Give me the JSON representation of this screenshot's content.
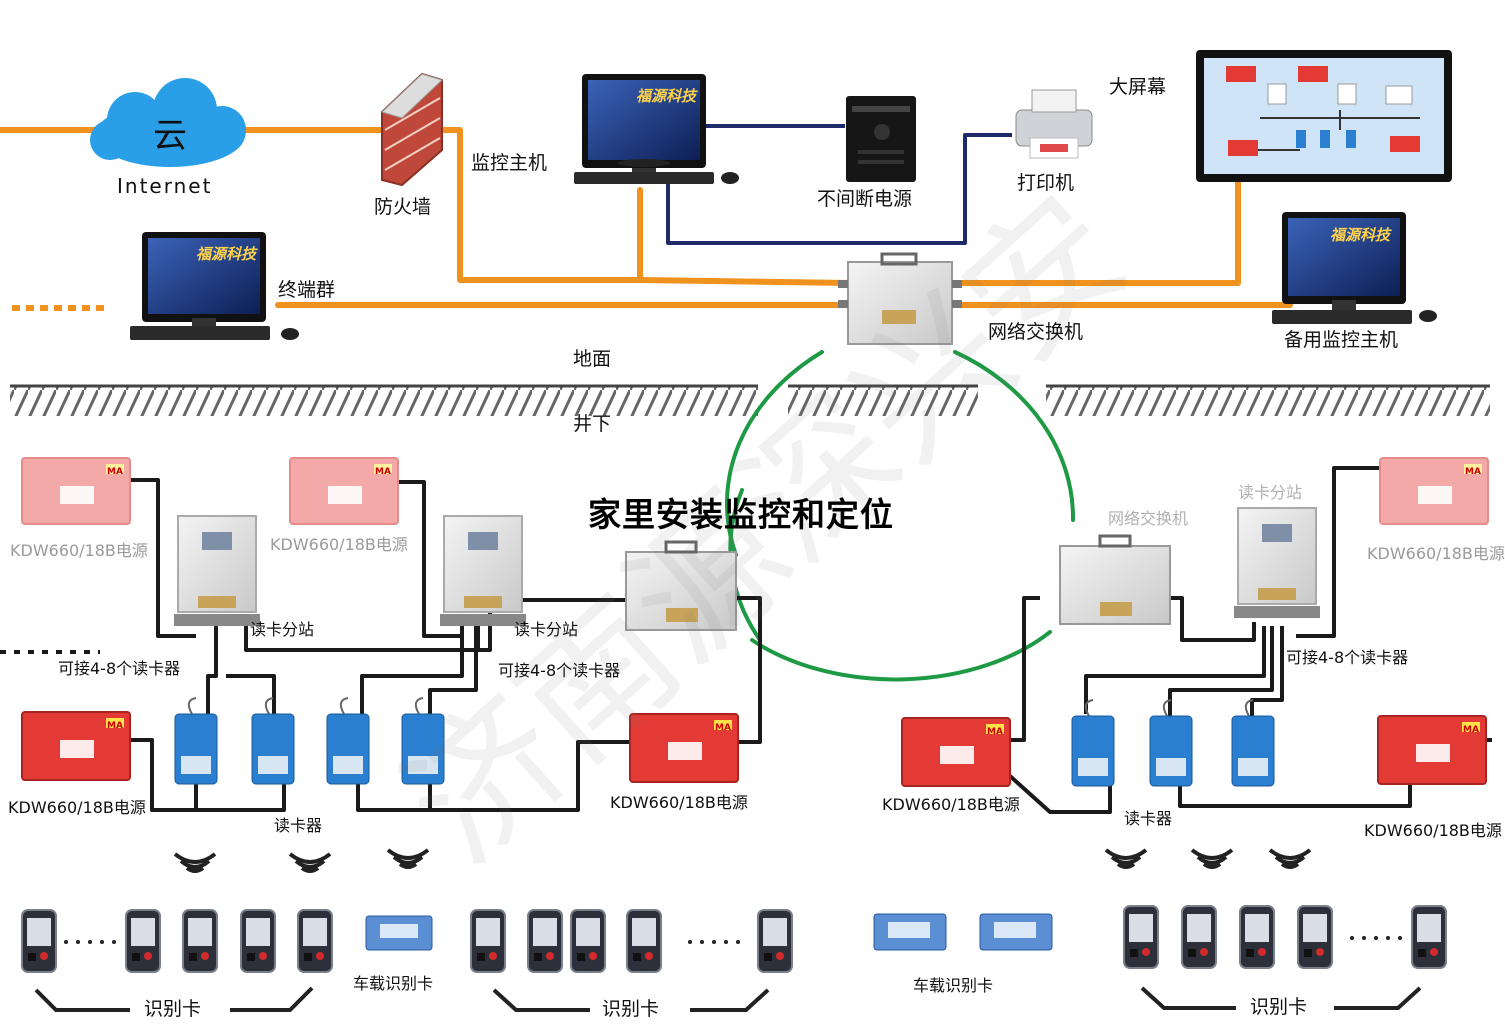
{
  "title": "家里安装监控和定位",
  "watermark": "济南源深兴安",
  "colors": {
    "ethernet": "#f0921e",
    "dataCable": "#1f2a6b",
    "fieldCable": "#1a1a1a",
    "ring": "#1e9a45",
    "powerRed": "#e43a36",
    "powerPale": "#f3a9a8",
    "reader": "#2b7fd0"
  },
  "top": {
    "cloud": "云",
    "internet": "Internet",
    "firewall": "防火墙",
    "monitor_host": "监控主机",
    "ups": "不间断电源",
    "printer": "打印机",
    "big_screen": "大屏幕",
    "terminal_group": "终端群",
    "network_switch": "网络交换机",
    "backup_host": "备用监控主机",
    "screen_logo": "福源科技"
  },
  "divider": {
    "ground": "地面",
    "underground": "井下"
  },
  "left": {
    "power_faint_1": "KDW660/18B电源",
    "power_faint_2": "KDW660/18B电源",
    "substation_1": "读卡分站",
    "substation_2": "读卡分站",
    "connect_1": "可接4-8个读卡器",
    "connect_2": "可接4-8个读卡器",
    "power_1": "KDW660/18B电源",
    "power_2": "KDW660/18B电源",
    "reader": "读卡器",
    "vehicle_card": "车载识别卡",
    "id_card_1": "识别卡",
    "id_card_2": "识别卡",
    "badge_ma": "MA"
  },
  "right": {
    "switch_faint": "网络交换机",
    "substation_faint": "读卡分站",
    "power_faint": "KDW660/18B电源",
    "connect": "可接4-8个读卡器",
    "power_1": "KDW660/18B电源",
    "power_2": "KDW660/18B电源",
    "reader": "读卡器",
    "vehicle_card": "车载识别卡",
    "id_card": "识别卡"
  }
}
